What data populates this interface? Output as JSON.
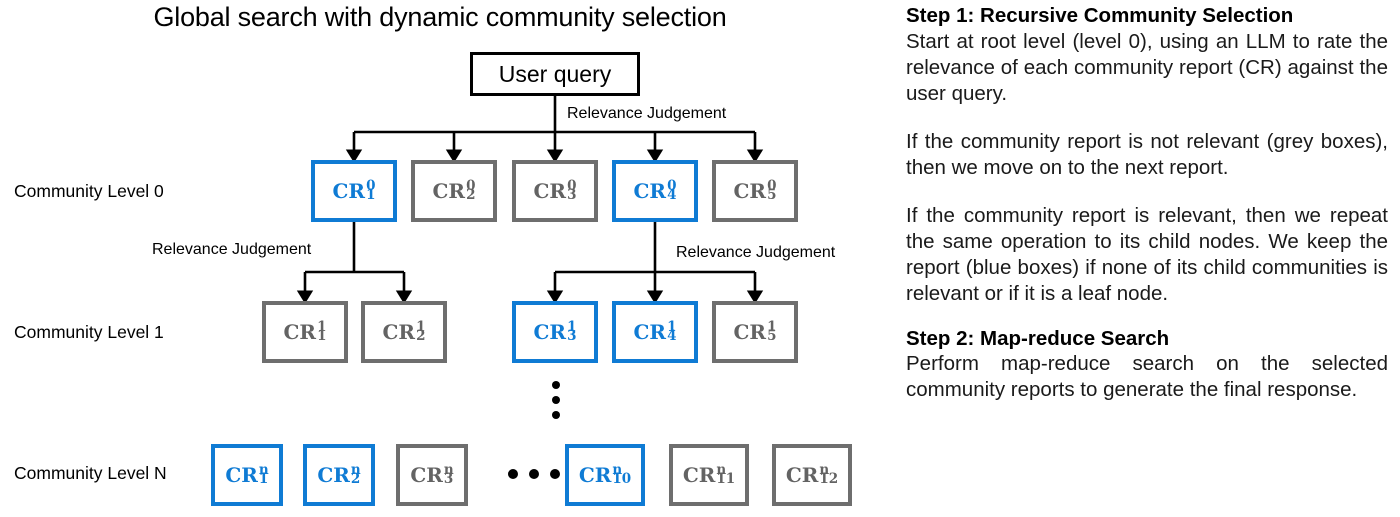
{
  "diagram": {
    "title": "Global search with dynamic community selection",
    "root": {
      "label": "User query"
    },
    "edge_labels": {
      "root": "Relevance Judgement",
      "left_branch": "Relevance Judgement",
      "right_branch": "Relevance Judgement"
    },
    "level_labels": {
      "level0": "Community Level 0",
      "level1": "Community Level 1",
      "levelN": "Community Level N"
    },
    "colors": {
      "relevant_blue": "#0f7bd4",
      "not_relevant_grey": "#6e6e6e",
      "root_border": "#000000",
      "background": "#ffffff"
    },
    "legend_meaning": {
      "blue": "relevant / kept community report",
      "grey": "not relevant community report"
    },
    "levels": [
      {
        "name": "Community Level 0",
        "level_superscript": "0",
        "nodes": [
          {
            "base": "CR",
            "sup": "0",
            "sub": "1",
            "state": "blue"
          },
          {
            "base": "CR",
            "sup": "0",
            "sub": "2",
            "state": "grey"
          },
          {
            "base": "CR",
            "sup": "0",
            "sub": "3",
            "state": "grey"
          },
          {
            "base": "CR",
            "sup": "0",
            "sub": "4",
            "state": "blue"
          },
          {
            "base": "CR",
            "sup": "0",
            "sub": "5",
            "state": "grey"
          }
        ]
      },
      {
        "name": "Community Level 1",
        "level_superscript": "1",
        "nodes": [
          {
            "base": "CR",
            "sup": "1",
            "sub": "1",
            "state": "grey"
          },
          {
            "base": "CR",
            "sup": "1",
            "sub": "2",
            "state": "grey"
          },
          {
            "base": "CR",
            "sup": "1",
            "sub": "3",
            "state": "blue"
          },
          {
            "base": "CR",
            "sup": "1",
            "sub": "4",
            "state": "blue"
          },
          {
            "base": "CR",
            "sup": "1",
            "sub": "5",
            "state": "grey"
          }
        ]
      },
      {
        "name": "Community Level N",
        "level_superscript": "n",
        "nodes": [
          {
            "base": "CR",
            "sup": "n",
            "sub": "1",
            "state": "blue"
          },
          {
            "base": "CR",
            "sup": "n",
            "sub": "2",
            "state": "blue"
          },
          {
            "base": "CR",
            "sup": "n",
            "sub": "3",
            "state": "grey"
          },
          {
            "base": "CR",
            "sup": "n",
            "sub": "10",
            "state": "blue"
          },
          {
            "base": "CR",
            "sup": "n",
            "sub": "11",
            "state": "grey"
          },
          {
            "base": "CR",
            "sup": "n",
            "sub": "12",
            "state": "grey"
          }
        ]
      }
    ],
    "ellipsis": {
      "vertical": "⋮",
      "horizontal": "•••"
    }
  },
  "text_panel": {
    "step1": {
      "heading": "Step 1: Recursive Community Selection",
      "paragraphs": [
        "Start at root level (level 0), using an LLM to rate the relevance of each community report (CR) against the user query.",
        "If the community report is not relevant (grey boxes), then we move on to the next report.",
        "If the community report is relevant, then we repeat the same operation to its child nodes. We keep the report (blue boxes) if none of its child communities is relevant or if it is a leaf node."
      ]
    },
    "step2": {
      "heading": "Step 2: Map-reduce Search",
      "paragraphs": [
        "Perform map-reduce search on the selected community reports to generate the final response."
      ]
    }
  }
}
